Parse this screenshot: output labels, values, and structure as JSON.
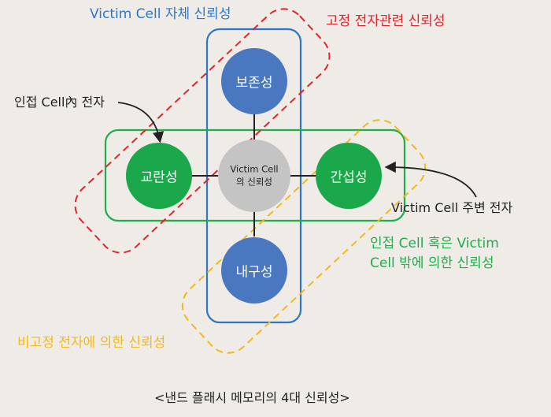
{
  "labels": {
    "victim_cell_self": "Victim Cell 자체 신뢰성",
    "fixed_charge": "고정 전자관련 신뢰성",
    "adjacent_inner": "인접 Cell內 전자",
    "victim_surrounding": "Victim Cell 주변 전자",
    "adjacent_or_outside_line1": "인접 Cell 혹은 Victim",
    "adjacent_or_outside_line2": "Cell 밖에 의한 신뢰성",
    "non_fixed_charge": "비고정 전자에 의한 신뢰성"
  },
  "nodes": {
    "retention": "보존성",
    "disturb": "교란성",
    "interference": "간섭성",
    "endurance": "내구성",
    "center_line1": "Victim Cell",
    "center_line2": "의 신뢰성"
  },
  "caption": "<낸드 플래시 메모리의 4대 신뢰성>",
  "colors": {
    "blue_node": "#4a78c0",
    "green_node": "#1aa84a",
    "center_node": "#c4c4c4",
    "blue_frame": "#2f77c6",
    "green_frame": "#1fae4b",
    "red_dash": "#e0242b",
    "yellow_dash": "#f2b91e"
  }
}
